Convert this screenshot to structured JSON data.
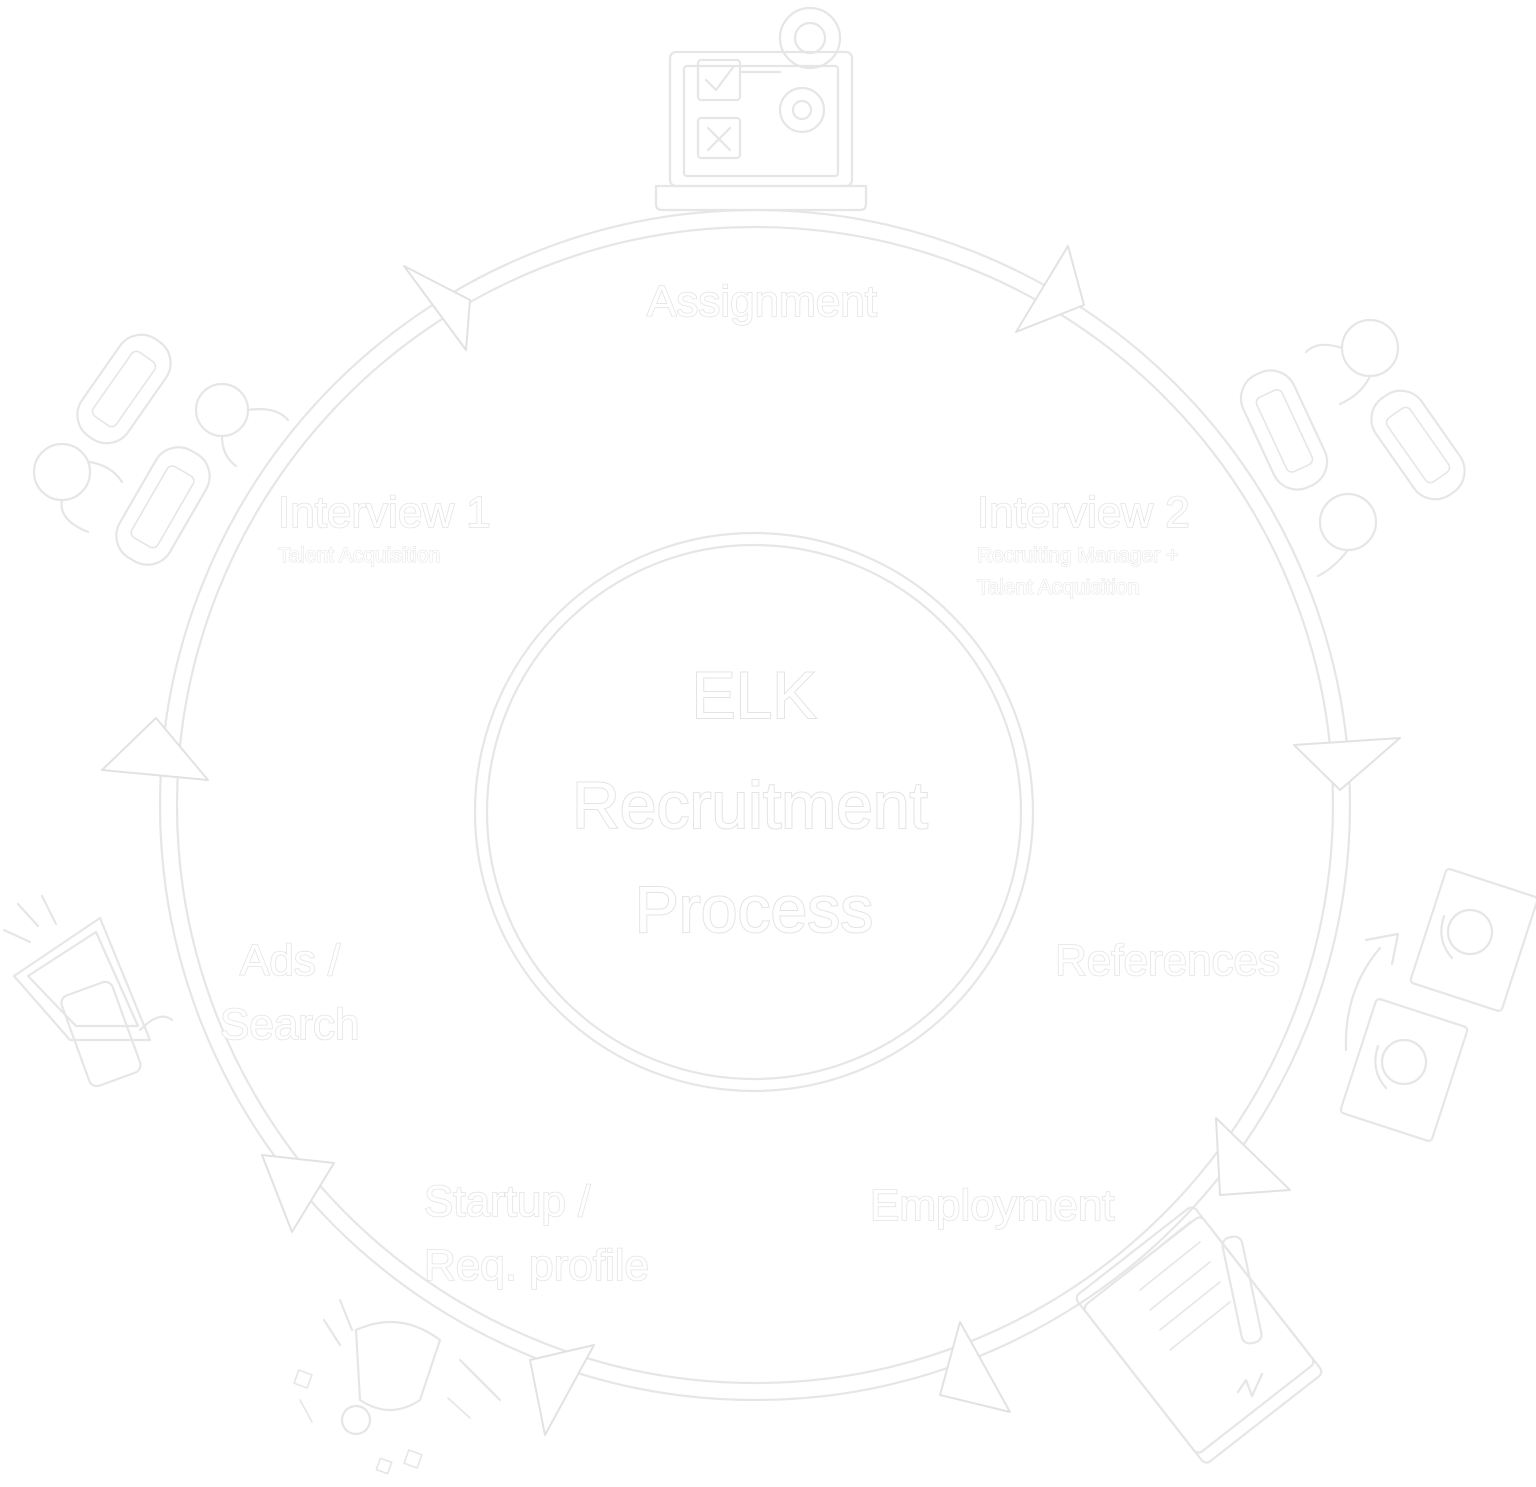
{
  "center": {
    "logo": "ELK",
    "title_line1": "Recruitment",
    "title_line2": "Process"
  },
  "steps": {
    "assignment": {
      "title": "Assignment",
      "icon": "checklist-gears-icon"
    },
    "interview1": {
      "title": "Interview 1",
      "subtitle": "Talent Acquisition",
      "icon": "candidates-chat-icon"
    },
    "interview2": {
      "title": "Interview 2",
      "subtitle_line1": "Recruiting Manager +",
      "subtitle_line2": "Talent Acquisition",
      "icon": "candidates-chat-icon"
    },
    "references": {
      "title": "References",
      "icon": "profile-cards-icon"
    },
    "employment": {
      "title": "Employment",
      "icon": "signed-contract-icon"
    },
    "startup": {
      "title_line1": "Startup /",
      "title_line2": "Req. profile",
      "icon": "rocket-launch-icon"
    },
    "ads": {
      "title_line1": "Ads /",
      "title_line2": "Search",
      "icon": "megaphone-icon"
    }
  },
  "colors": {
    "fill": "#ffffff",
    "outline": "#e4e4e4"
  }
}
